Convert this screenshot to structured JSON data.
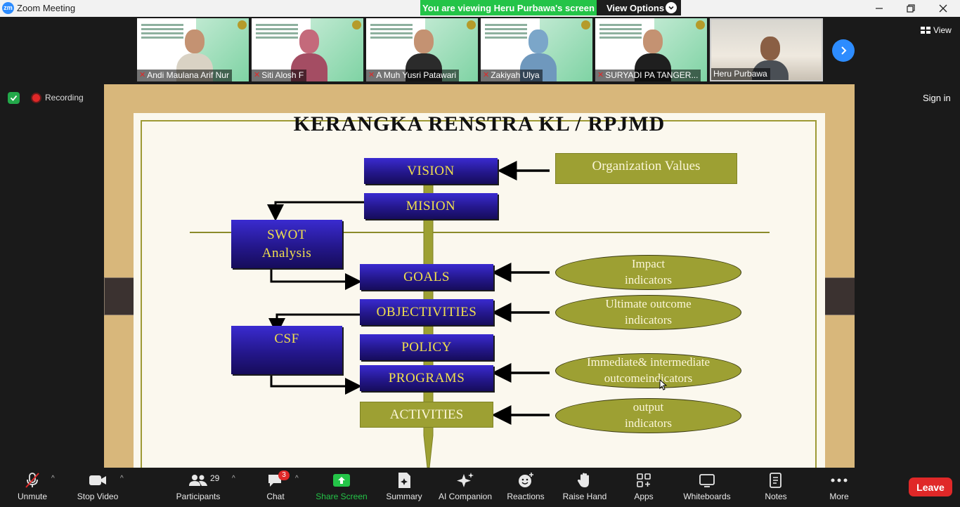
{
  "window": {
    "app_logo": "zm",
    "title": "Zoom Meeting"
  },
  "banner": {
    "viewing_text": "You are viewing Heru Purbawa's screen",
    "view_options_label": "View Options"
  },
  "gallery": {
    "participants": [
      {
        "name": "Andi Maulana Arif Nur",
        "muted": true
      },
      {
        "name": "Siti Alosh F",
        "muted": true
      },
      {
        "name": "A Muh Yusri Patawari",
        "muted": true
      },
      {
        "name": "Zakiyah Ulya",
        "muted": true
      },
      {
        "name": "SURYADI PA TANGER...",
        "muted": true
      },
      {
        "name": "Heru Purbawa",
        "muted": false
      }
    ],
    "view_label": "View"
  },
  "status": {
    "recording_label": "Recording",
    "sign_in_label": "Sign in"
  },
  "slide": {
    "title": "KERANGKA RENSTRA KL / RPJMD",
    "boxes": {
      "vision": "VISION",
      "mission": "MISION",
      "swot_line1": "SWOT",
      "swot_line2": "Analysis",
      "goals": "GOALS",
      "objectivities": "OBJECTIVITIES",
      "csf": "CSF",
      "policy": "POLICY",
      "programs": "PROGRAMS",
      "activities": "ACTIVITIES",
      "org_values": "Organization Values"
    },
    "ovals": {
      "impact_line1": "Impact",
      "impact_line2": "indicators",
      "ultimate_line1": "Ultimate outcome",
      "ultimate_line2": "indicators",
      "intermediate_line1": "Immediate& intermediate",
      "intermediate_line2": "outcomeindicators",
      "output_line1": "output",
      "output_line2": "indicators"
    },
    "colors": {
      "box_blue": "#24178c",
      "box_text": "#f1e04d",
      "olive": "#9da033",
      "frame": "#d8b77b"
    }
  },
  "toolbar": {
    "unmute": "Unmute",
    "stop_video": "Stop Video",
    "participants": "Participants",
    "participants_count": "29",
    "chat": "Chat",
    "chat_badge": "3",
    "share_screen": "Share Screen",
    "summary": "Summary",
    "ai_companion": "AI Companion",
    "reactions": "Reactions",
    "raise_hand": "Raise Hand",
    "apps": "Apps",
    "whiteboards": "Whiteboards",
    "notes": "Notes",
    "more": "More",
    "leave": "Leave"
  }
}
